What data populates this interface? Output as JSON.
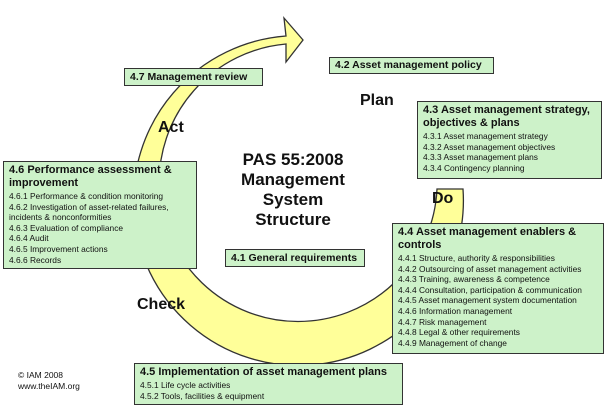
{
  "phases": {
    "plan": "Plan",
    "do": "Do",
    "check": "Check",
    "act": "Act"
  },
  "center": {
    "line1": "PAS 55:2008",
    "line2": "Management",
    "line3": "System",
    "line4": "Structure"
  },
  "boxes": {
    "policy": {
      "title": "4.2 Asset management policy"
    },
    "review": {
      "title": "4.7 Management review"
    },
    "general": {
      "title": "4.1 General requirements"
    },
    "strategy": {
      "title": "4.3 Asset management strategy, objectives & plans",
      "items": [
        "4.3.1  Asset management strategy",
        "4.3.2  Asset management objectives",
        "4.3.3  Asset management plans",
        "4.3.4  Contingency planning"
      ]
    },
    "performance": {
      "title": "4.6 Performance assessment & improvement",
      "items": [
        "4.6.1 Performance & condition monitoring",
        "4.6.2 Investigation of asset-related failures,",
        "incidents & nonconformities",
        "4.6.3 Evaluation of compliance",
        "4.6.4 Audit",
        "4.6.5 Improvement actions",
        "4.6.6 Records"
      ]
    },
    "enablers": {
      "title": "4.4 Asset management enablers & controls",
      "items": [
        "4.4.1 Structure, authority & responsibilities",
        "4.4.2 Outsourcing of asset management activities",
        "4.4.3 Training, awareness & competence",
        "4.4.4 Consultation, participation & communication",
        "4.4.5 Asset management system documentation",
        "4.4.6 Information management",
        "4.4.7 Risk management",
        "4.4.8 Legal & other requirements",
        "4.4.9 Management of change"
      ]
    },
    "implementation": {
      "title": "4.5 Implementation of asset management plans",
      "items": [
        "4.5.1 Life cycle activities",
        "4.5.2 Tools, facilities & equipment"
      ]
    }
  },
  "copyright": {
    "line1": "© IAM 2008",
    "line2": "www.theIAM.org"
  },
  "colors": {
    "arrow_fill": "#ffff99",
    "box_fill": "#cdf2c9",
    "border": "#333333"
  }
}
